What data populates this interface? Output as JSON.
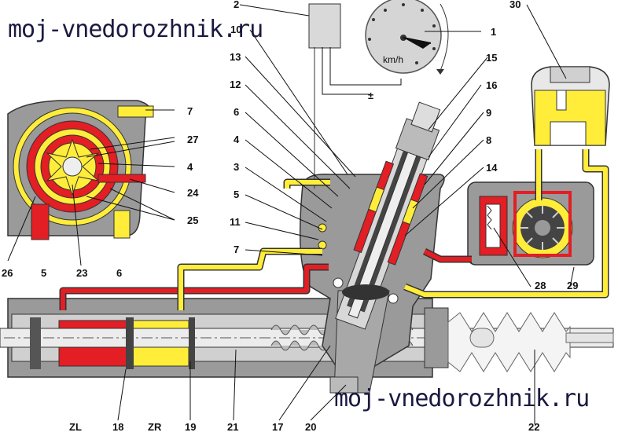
{
  "watermarks": [
    "moj-vnedorozhnik.ru",
    "moj-vnedorozhnik.ru"
  ],
  "speedometer_unit": "km/h",
  "power_terminal_symbol": "±",
  "chamber_labels": [
    "ZL",
    "ZR"
  ],
  "part_numbers": [
    "1",
    "2",
    "3",
    "4",
    "5",
    "6",
    "7",
    "8",
    "9",
    "10",
    "11",
    "12",
    "13",
    "14",
    "15",
    "16",
    "17",
    "18",
    "19",
    "20",
    "21",
    "22",
    "23",
    "24",
    "25",
    "26",
    "27",
    "28",
    "29",
    "30"
  ],
  "colors": {
    "high_pressure": "#e31e24",
    "return_line": "#ffed3a",
    "housing": "#8c8c8c",
    "housing_light": "#c8c8c8",
    "outline": "#333333"
  }
}
